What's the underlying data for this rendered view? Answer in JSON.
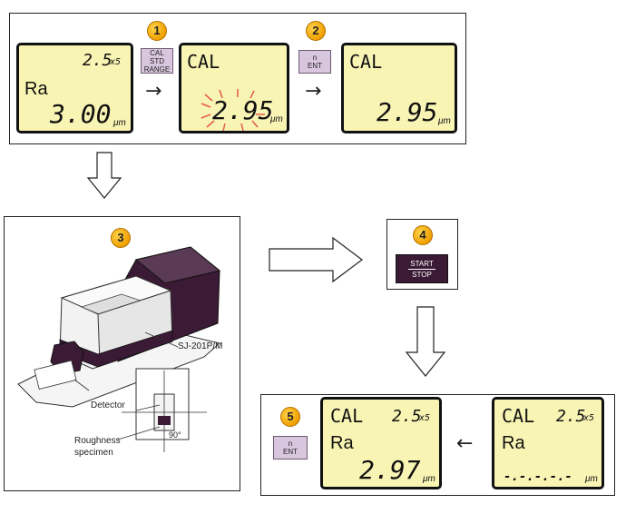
{
  "steps": {
    "step1": {
      "badge": "1",
      "key": [
        "CAL",
        "STD",
        "RANGE"
      ]
    },
    "step2": {
      "badge": "2",
      "key": [
        "n",
        "ENT"
      ]
    },
    "step3": {
      "badge": "3"
    },
    "step4": {
      "badge": "4",
      "key": [
        "START",
        "STOP"
      ]
    },
    "step5": {
      "badge": "5",
      "key": [
        "n",
        "ENT"
      ]
    }
  },
  "displays": {
    "d1": {
      "range": "2.5",
      "range_suffix": "x5",
      "param": "Ra",
      "value": "3.00",
      "unit": "μm"
    },
    "d2": {
      "mode": "CAL",
      "value": "2.95",
      "unit": "μm"
    },
    "d3": {
      "mode": "CAL",
      "value": "2.95",
      "unit": "μm"
    },
    "d4": {
      "mode": "CAL",
      "range": "2.5",
      "range_suffix": "x5",
      "param": "Ra",
      "value": "2.97",
      "unit": "μm"
    },
    "d5": {
      "mode": "CAL",
      "range": "2.5",
      "range_suffix": "x5",
      "param": "Ra",
      "value": "-.-.-.-.-",
      "unit": "μm"
    }
  },
  "illustration": {
    "model_label": "SJ-201P/M",
    "detector_label": "Detector",
    "specimen_label": [
      "Roughness",
      "specimen"
    ],
    "angle_label": "90°"
  },
  "colors": {
    "lcd": "#f8f4b4",
    "key": "#d8c6de",
    "badge": "#f0a000",
    "start_key": "#3a1a35",
    "device_dark": "#3a1a35"
  }
}
